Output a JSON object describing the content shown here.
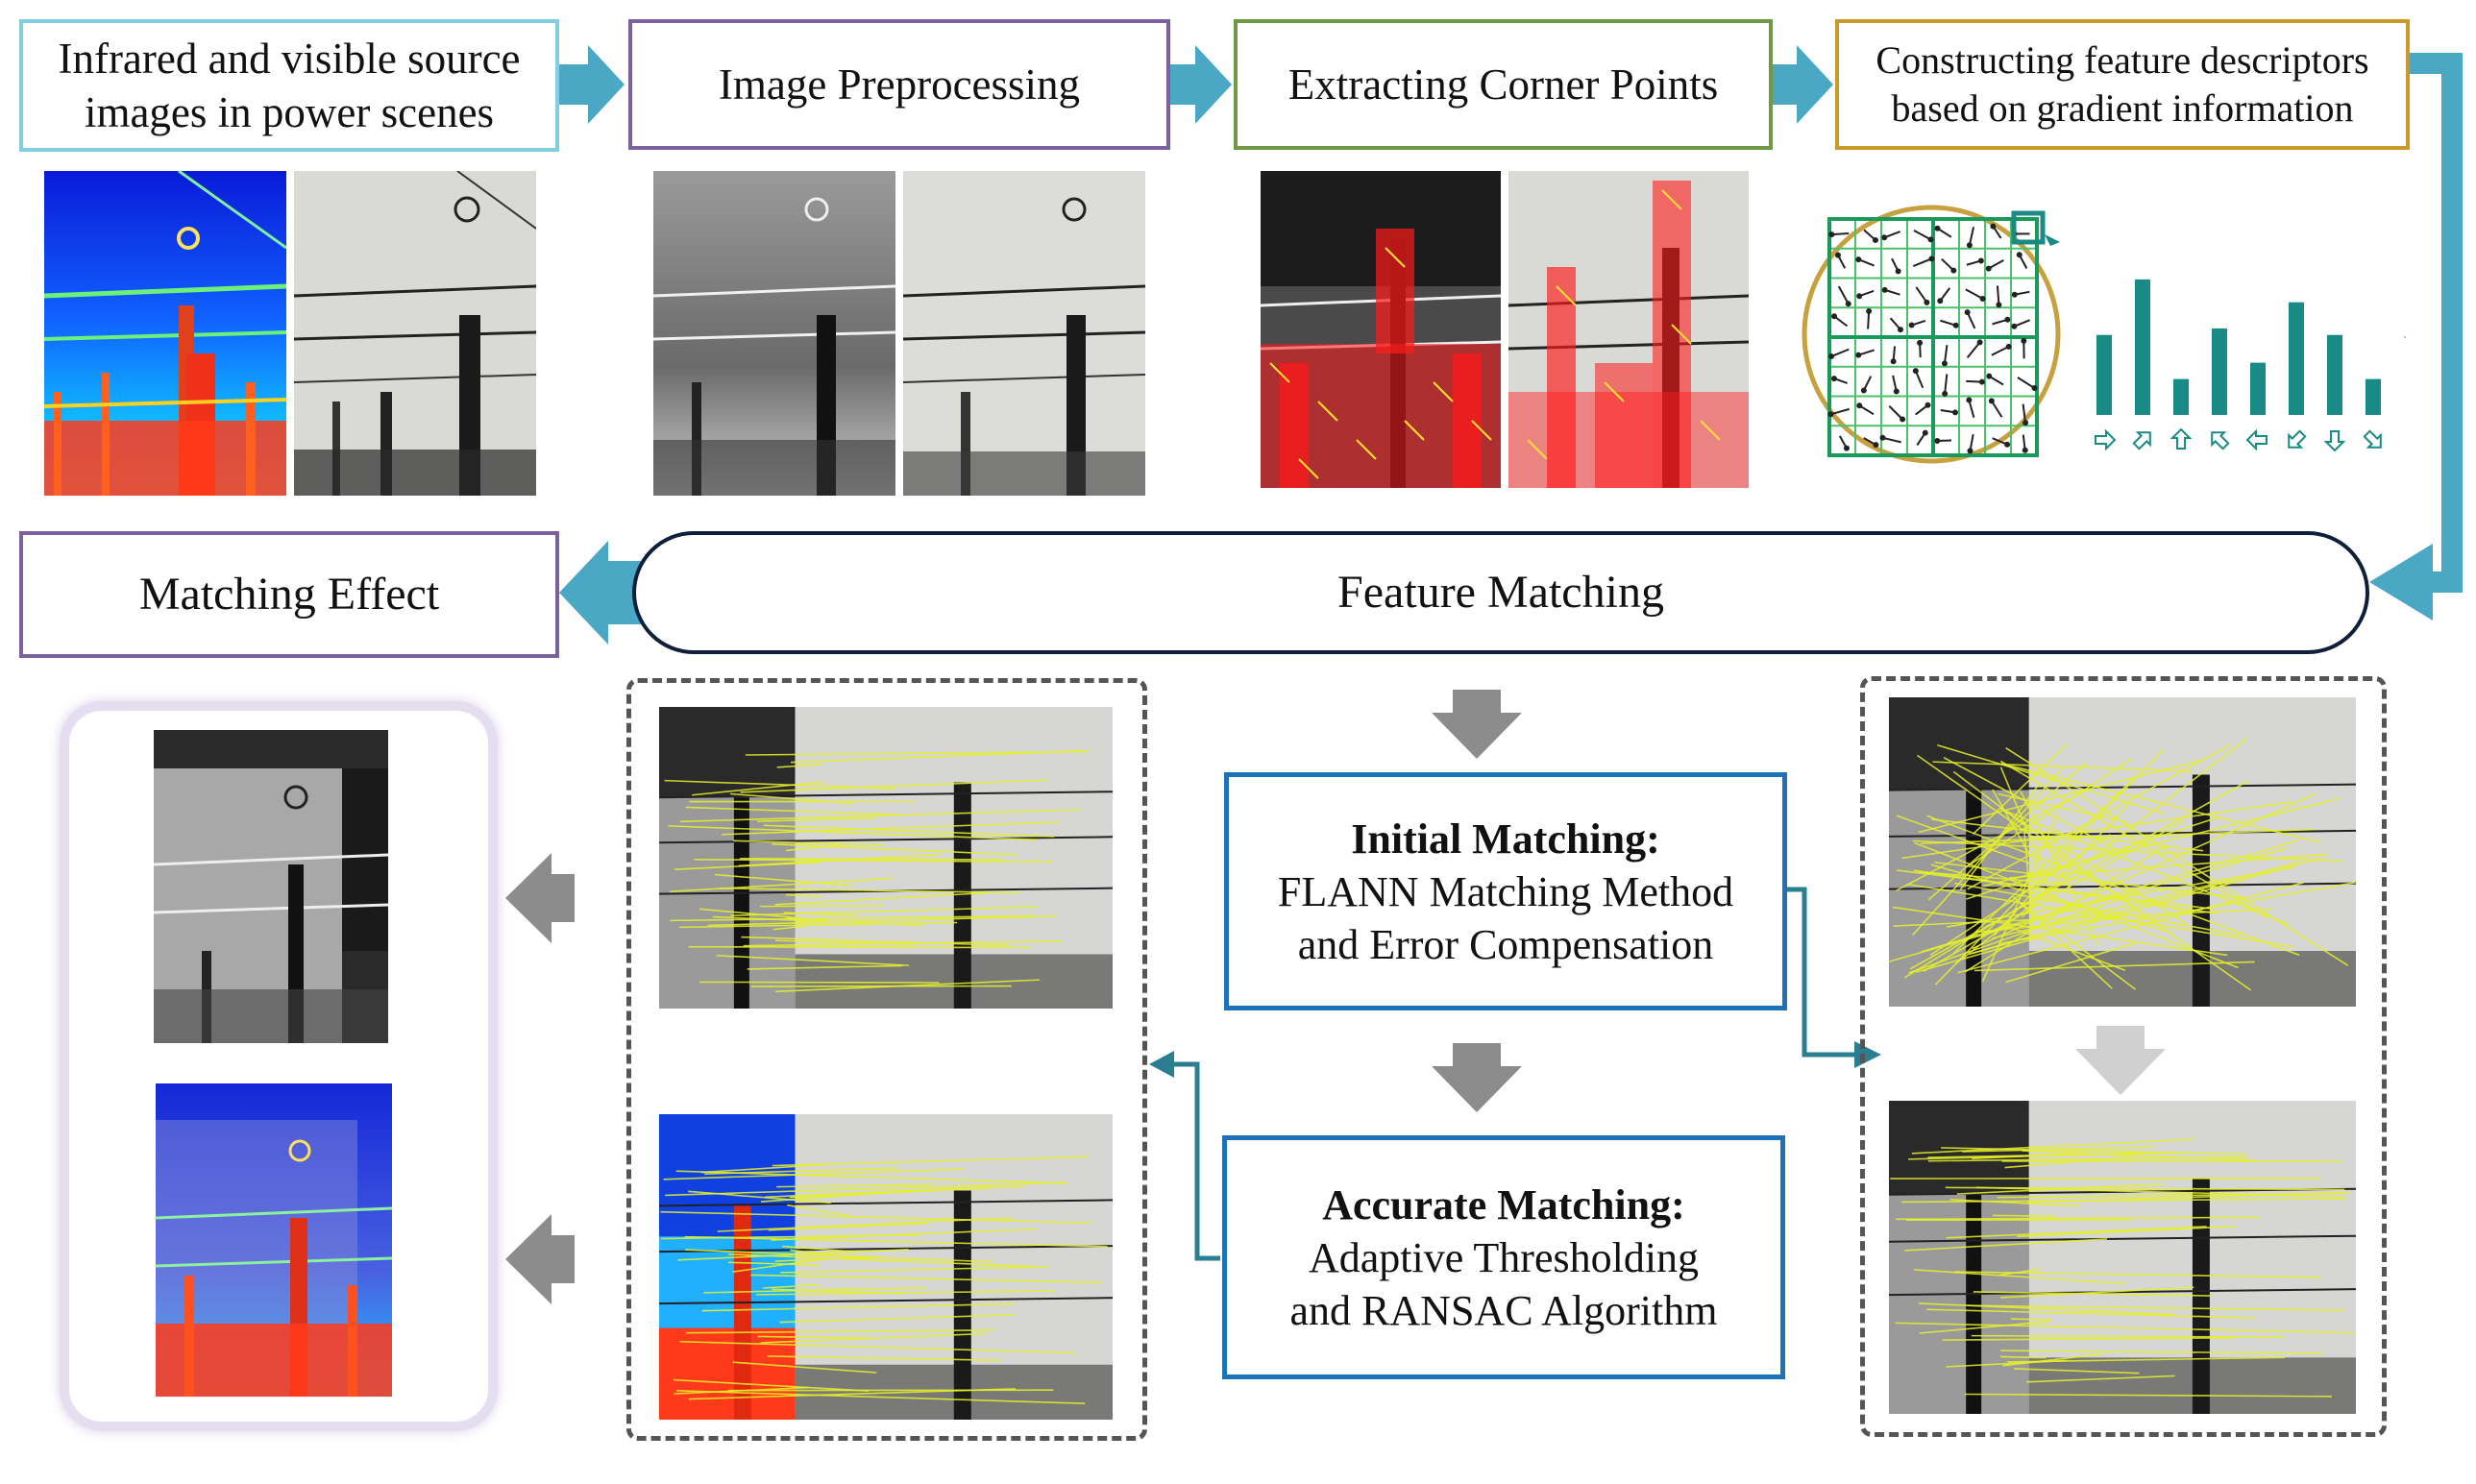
{
  "steps": {
    "source": "Infrared and visible source images in power scenes",
    "preprocess": "Image Preprocessing",
    "corners": "Extracting Corner Points",
    "descriptors": "Constructing feature descriptors based on gradient information",
    "feature_matching": "Feature Matching",
    "matching_effect": "Matching Effect"
  },
  "initial": {
    "title": "Initial Matching:",
    "line1": "FLANN  Matching Method",
    "line2": "and Error Compensation"
  },
  "accurate": {
    "title": "Accurate Matching:",
    "line1": "Adaptive Thresholding",
    "line2": "and RANSAC Algorithm"
  },
  "histogram": {
    "values": [
      0.49,
      0.83,
      0.22,
      0.53,
      0.32,
      0.69,
      0.49,
      0.22
    ],
    "directions": [
      "right",
      "up-right",
      "up",
      "up-left",
      "left",
      "down-left",
      "down",
      "down-right"
    ]
  },
  "colors": {
    "arrow": "#4aa8c4",
    "box_source": "#82cde0",
    "box_purple": "#7b5fa0",
    "box_green": "#6f9a45",
    "box_gold": "#c99a2a",
    "box_blue": "#1d72b8",
    "teal": "#1a8a85",
    "match_line": "#e6f12a",
    "gray_arrow": "#8c8c8c"
  }
}
